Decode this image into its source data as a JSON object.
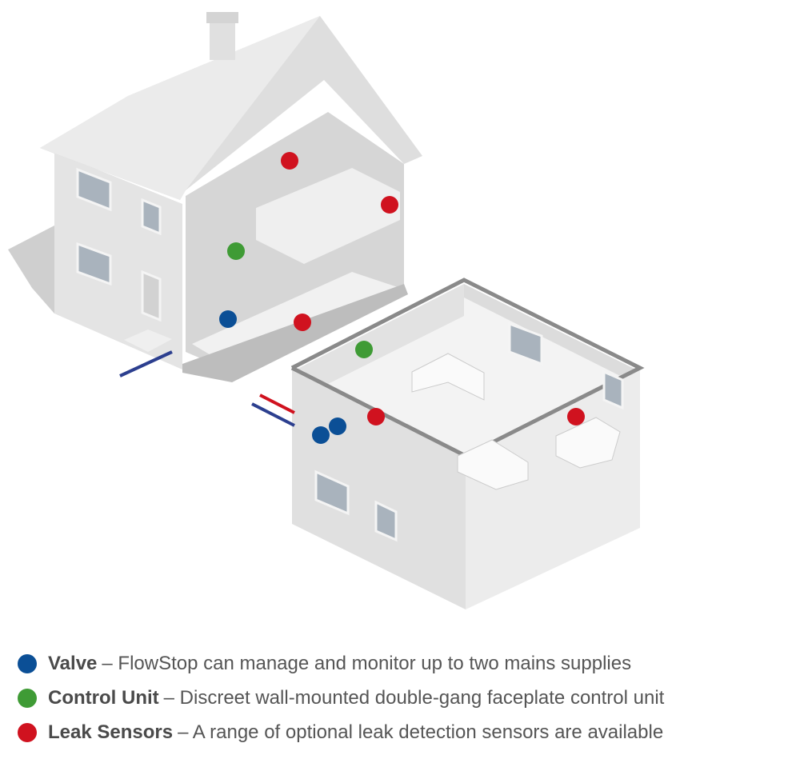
{
  "colors": {
    "valve": "#0b4f96",
    "control_unit": "#3f9b35",
    "leak_sensor": "#d0121f"
  },
  "legend": [
    {
      "term": "Valve",
      "description": "– FlowStop can manage and monitor up to two mains supplies",
      "color": "#0b4f96"
    },
    {
      "term": "Control Unit",
      "description": "– Discreet wall-mounted double-gang faceplate control unit",
      "color": "#3f9b35"
    },
    {
      "term": "Leak Sensors",
      "description": "– A range of optional leak detection sensors are available",
      "color": "#d0121f"
    }
  ]
}
